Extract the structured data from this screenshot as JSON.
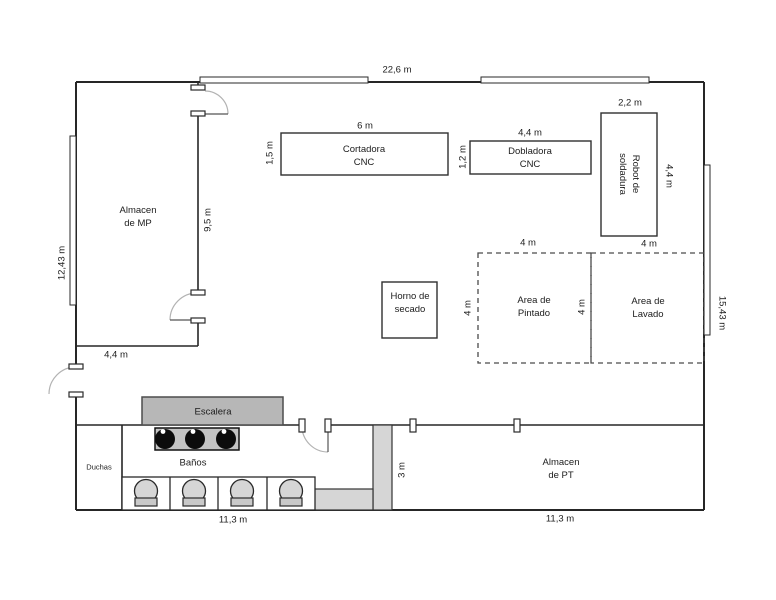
{
  "floor_plan": {
    "dimensions": {
      "top_width": "22,6 m",
      "left_height": "12,43 m",
      "right_height": "15,43 m",
      "bottom_width_left": "11,3 m",
      "bottom_width_right": "11,3 m",
      "mp_inner_wall": "9,5 m",
      "mp_bottom_width": "4,4 m",
      "pt_left_height": "3 m"
    },
    "rooms": {
      "almacen_mp": {
        "line1": "Almacen",
        "line2": "de MP"
      },
      "almacen_pt": {
        "line1": "Almacen",
        "line2": "de PT"
      },
      "banos": {
        "label": "Baños"
      },
      "duchas": {
        "label": "Duchas"
      },
      "escalera": {
        "label": "Escalera"
      }
    },
    "machines": {
      "cortadora_cnc": {
        "line1": "Cortadora",
        "line2": "CNC",
        "width": "6 m",
        "depth": "1,5 m"
      },
      "dobladora_cnc": {
        "line1": "Dobladora",
        "line2": "CNC",
        "width": "4,4 m",
        "depth": "1,2 m"
      },
      "robot_soldadura": {
        "line1": "Robot de",
        "line2": "soldadura",
        "width": "2,2 m",
        "height": "4,4 m"
      },
      "horno_secado": {
        "line1": "Horno de",
        "line2": "secado"
      }
    },
    "zones": {
      "area_pintado": {
        "line1": "Area de",
        "line2": "Pintado",
        "width": "4 m",
        "height": "4 m"
      },
      "area_lavado": {
        "line1": "Area de",
        "line2": "Lavado",
        "width": "4 m",
        "height": "4 m"
      }
    },
    "colors": {
      "wall": "#262626",
      "stairs_fill": "#b7b7b7",
      "counter_fill": "#c4c4c4",
      "wall_strip_fill": "#d6d6d6",
      "fixture_fill": "#d6d6d6",
      "door_arc": "#b3b3b3"
    }
  }
}
